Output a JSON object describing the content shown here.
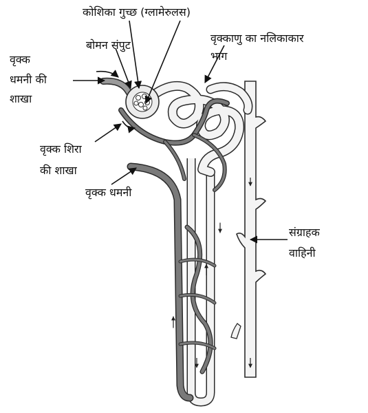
{
  "labels": {
    "glomerulus": "कोशिका गुच्छ (ग्लामेरुलस)",
    "bowman_capsule": "बोमन संपुट",
    "renal_tubule_line1": "वृक्काणु का नलिकाकार",
    "renal_tubule_line2": "भाग",
    "artery_branch_line1": "वृक्क",
    "artery_branch_line2": "धमनी की",
    "artery_branch_line3": "शाखा",
    "vein_branch_line1": "वृक्क शिरा",
    "vein_branch_line2": "की शाखा",
    "renal_artery": "वृक्क धमनी",
    "collecting_duct_line1": "संग्राहक",
    "collecting_duct_line2": "वाहिनी"
  },
  "colors": {
    "vessel_dark": "#6a6a6a",
    "vessel_mid": "#9a9a9a",
    "tubule_fill": "#f3f3f3",
    "outline": "#2b2b2b"
  }
}
